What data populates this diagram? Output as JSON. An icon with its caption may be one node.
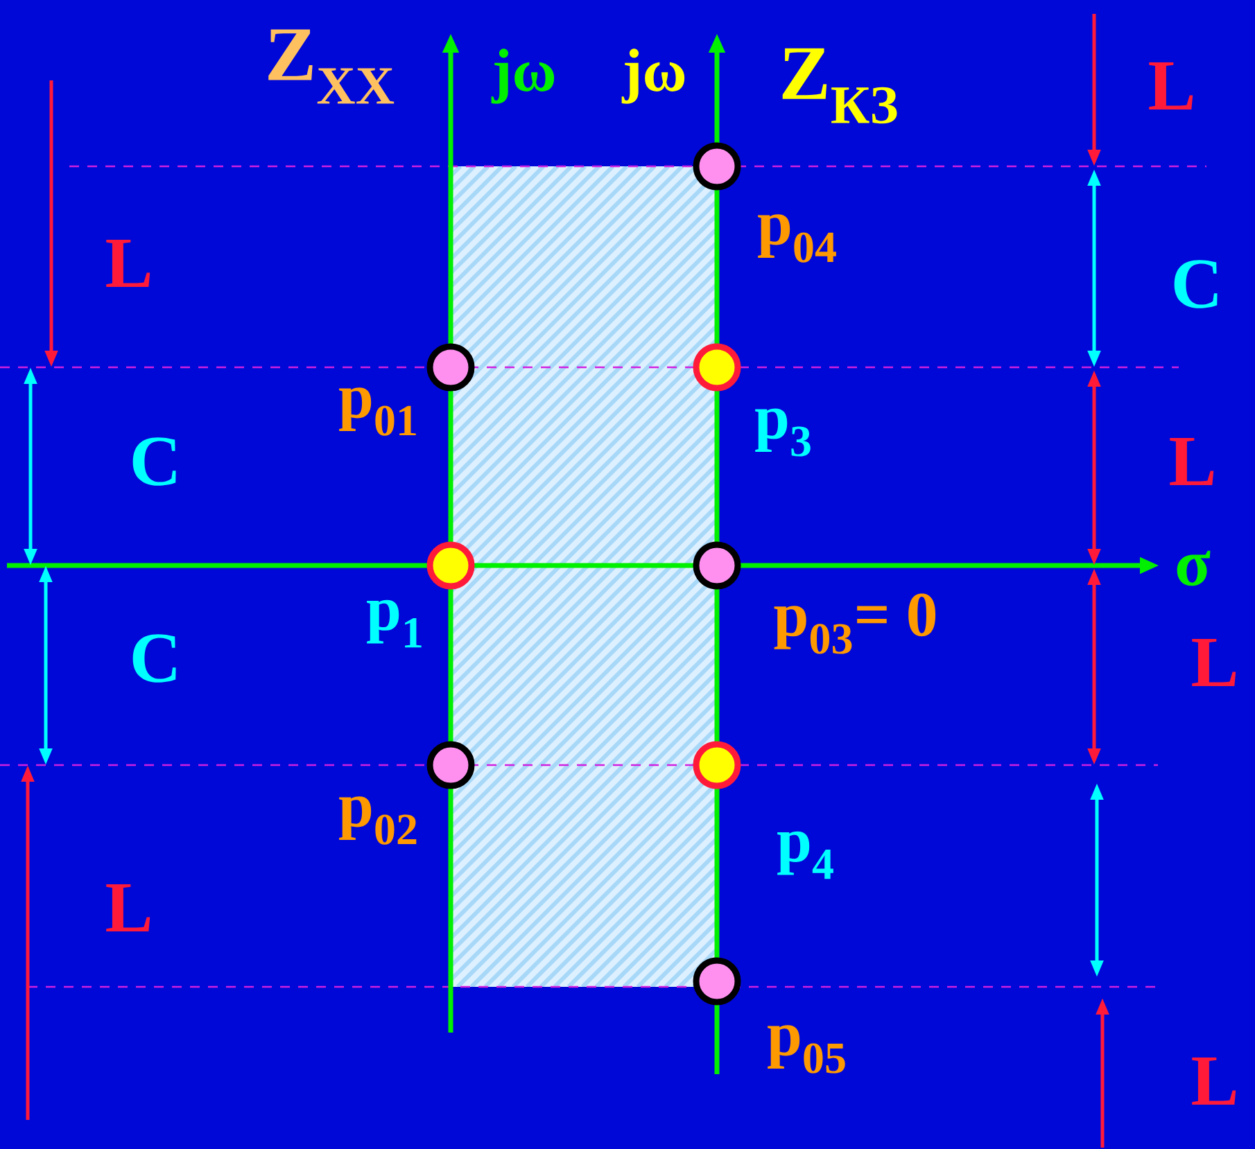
{
  "diagram": {
    "nodes": [
      {
        "text": [],
        "shape": "circle",
        "beside": [
          "p$_{04}$"
        ]
      },
      {
        "text": [],
        "shape": "circle",
        "beside": [
          "p$_{01}$"
        ]
      },
      {
        "text": [],
        "shape": "circle",
        "beside": [
          "p$_{3}$"
        ]
      },
      {
        "text": [],
        "shape": "circle",
        "beside": [
          "p$_{1}$"
        ]
      },
      {
        "text": [],
        "shape": "circle",
        "beside": [
          "p$_{03}$= 0"
        ]
      },
      {
        "text": [],
        "shape": "circle",
        "beside": [
          "p$_{02}$"
        ]
      },
      {
        "text": [],
        "shape": "circle",
        "beside": [
          "p$_{4}$"
        ]
      },
      {
        "text": [],
        "shape": "circle",
        "beside": [
          "p$_{05}$"
        ]
      }
    ],
    "labels": [
      "Z$_{XX}$",
      "jω",
      "jω",
      "Z$_{КЗ}$",
      "L",
      "L",
      "C",
      "C",
      "L",
      "σ",
      "C",
      "L",
      "L",
      "L"
    ]
  }
}
